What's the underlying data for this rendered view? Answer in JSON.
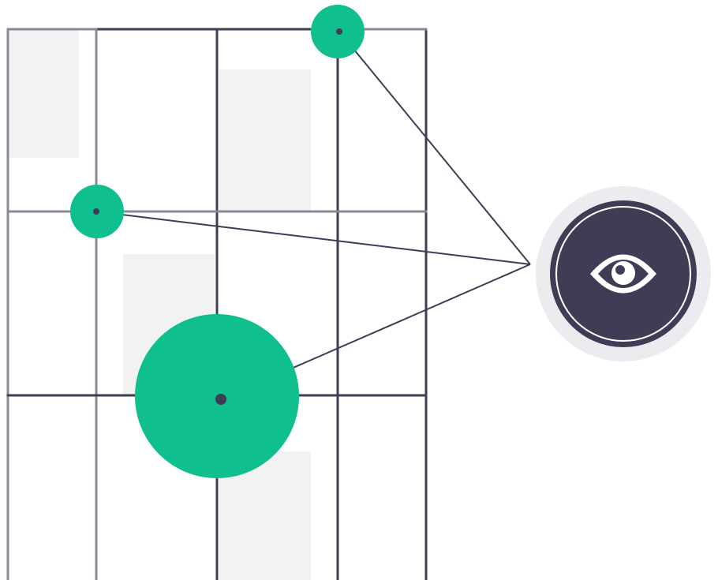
{
  "colors": {
    "background": "#ffffff",
    "grid_line": "#3f3d56",
    "grid_line_light": "#8a8896",
    "panel_fill": "#f2f2f2",
    "accent_marker": "#0fbf8e",
    "dark_badge": "#3f3d56",
    "badge_halo": "#ebebf0",
    "icon_white": "#ffffff"
  },
  "icons": {
    "observer": "eye-icon"
  },
  "markers": [
    {
      "name": "small-marker-top",
      "level": "small"
    },
    {
      "name": "small-marker-left",
      "level": "small"
    },
    {
      "name": "large-marker-center",
      "level": "large"
    }
  ]
}
